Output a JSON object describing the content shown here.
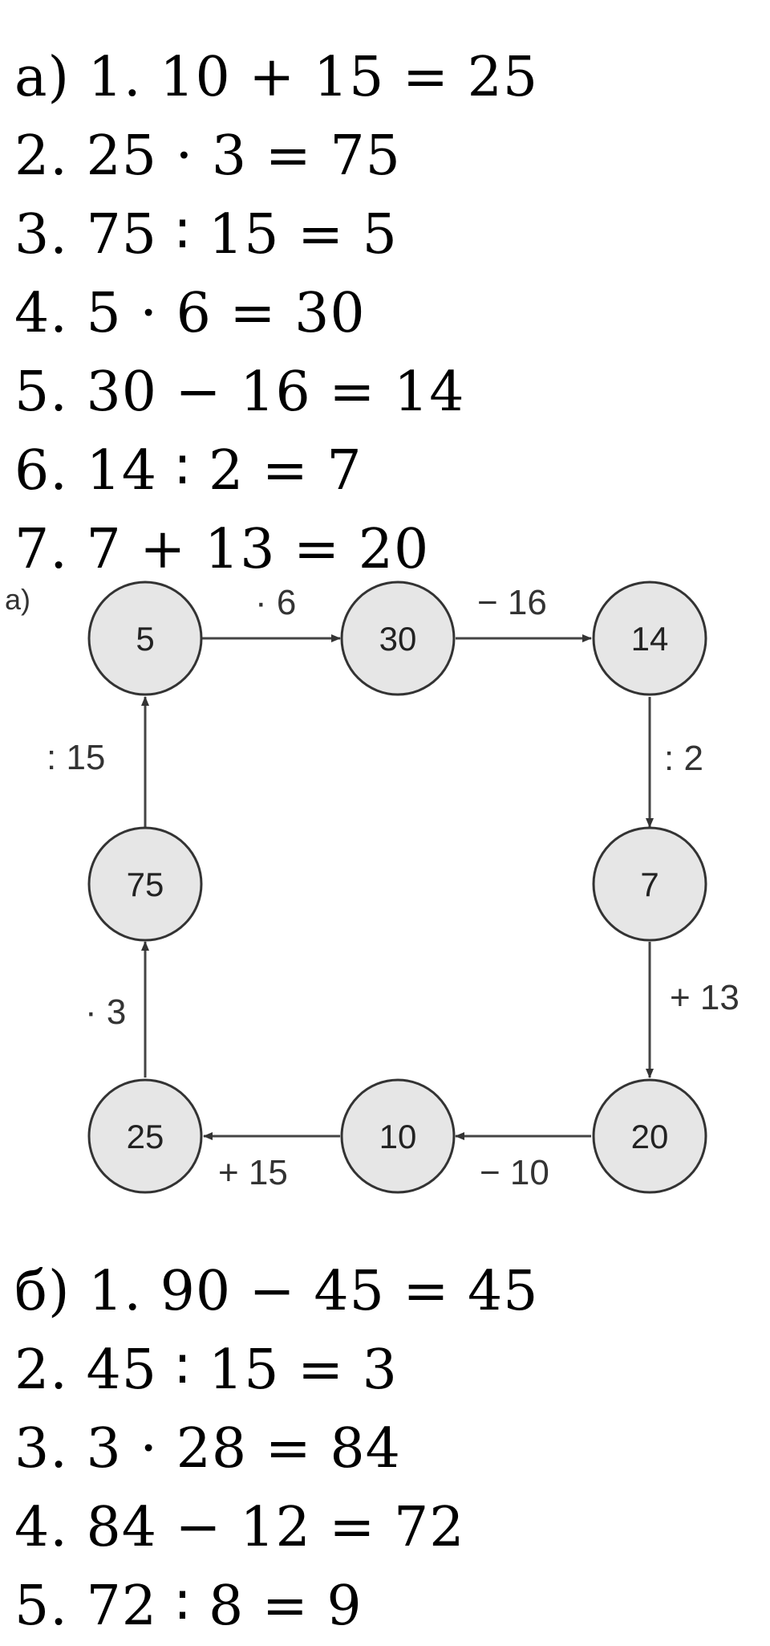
{
  "section_a": {
    "lines": [
      "а) 1. 10 + 15 = 25",
      "2. 25 · 3 = 75",
      "3. 75 ∶ 15 = 5",
      "4. 5 · 6 = 30",
      "5. 30 − 16 = 14",
      "6. 14 ∶ 2 = 7",
      "7. 7 + 13 = 20"
    ]
  },
  "diagram": {
    "label": "а)",
    "nodes": [
      "5",
      "30",
      "14",
      "75",
      "7",
      "25",
      "10",
      "20"
    ],
    "edges": [
      "· 6",
      "− 16",
      ": 2",
      "+ 13",
      "− 10",
      "+ 15",
      "· 3",
      ": 15"
    ]
  },
  "section_b": {
    "lines": [
      "б) 1. 90 − 45 = 45",
      "2. 45 ∶ 15 = 3",
      "3. 3 · 28 = 84",
      "4. 84 − 12 = 72",
      "5. 72 ∶ 8 = 9"
    ]
  }
}
